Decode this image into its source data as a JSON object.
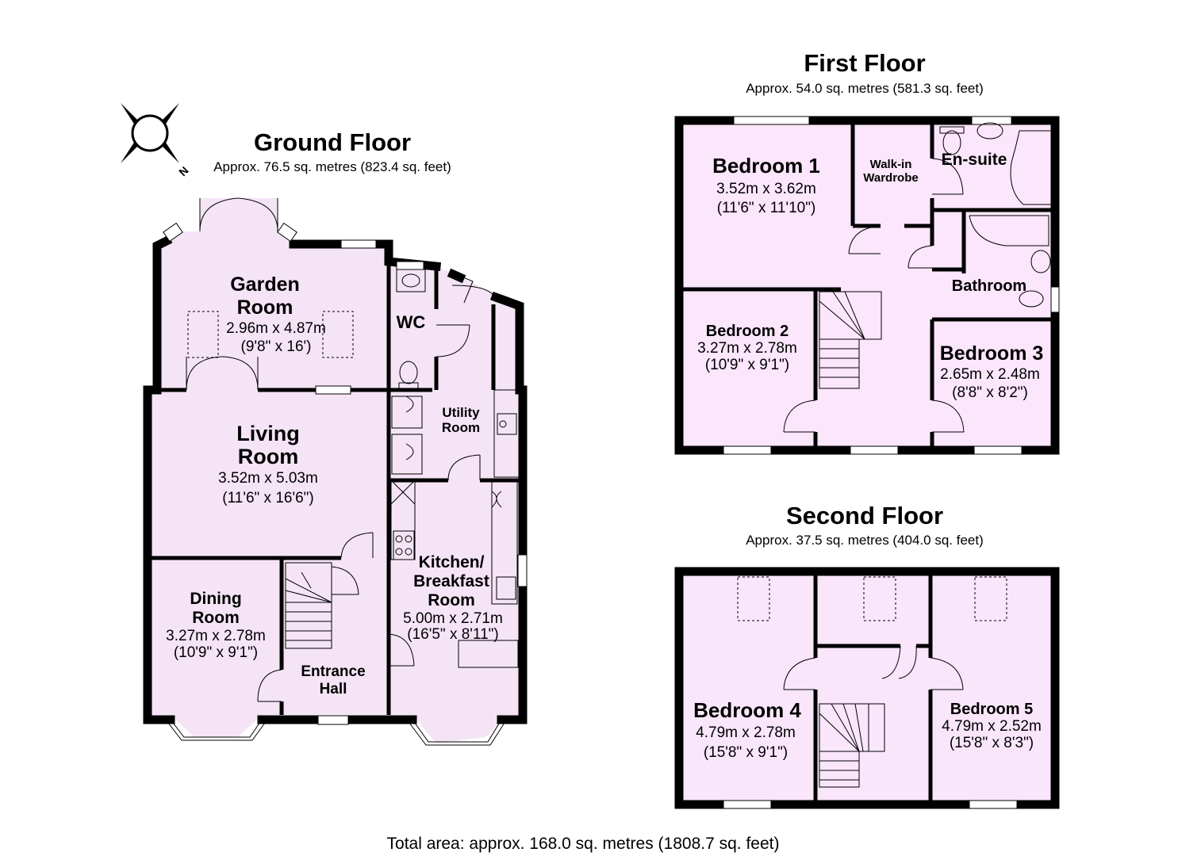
{
  "compass": {
    "label": "N"
  },
  "floors": {
    "ground": {
      "title": "Ground Floor",
      "area": "Approx. 76.5 sq. metres (823.4 sq. feet)",
      "rooms": {
        "garden": {
          "name1": "Garden",
          "name2": "Room",
          "dim_m": "2.96m x 4.87m",
          "dim_ft": "(9'8\" x 16')"
        },
        "wc": {
          "name1": "WC"
        },
        "utility": {
          "name1": "Utility",
          "name2": "Room"
        },
        "living": {
          "name1": "Living",
          "name2": "Room",
          "dim_m": "3.52m x 5.03m",
          "dim_ft": "(11'6\" x 16'6\")"
        },
        "kitchen": {
          "name1": "Kitchen/",
          "name2": "Breakfast",
          "name3": "Room",
          "dim_m": "5.00m x 2.71m",
          "dim_ft": "(16'5\" x 8'11\")"
        },
        "dining": {
          "name1": "Dining",
          "name2": "Room",
          "dim_m": "3.27m x 2.78m",
          "dim_ft": "(10'9\" x 9'1\")"
        },
        "hall": {
          "name1": "Entrance",
          "name2": "Hall"
        }
      }
    },
    "first": {
      "title": "First Floor",
      "area": "Approx. 54.0 sq. metres (581.3 sq. feet)",
      "rooms": {
        "bed1": {
          "name1": "Bedroom 1",
          "dim_m": "3.52m x 3.62m",
          "dim_ft": "(11'6\" x 11'10\")"
        },
        "wardrobe": {
          "name1": "Walk-in",
          "name2": "Wardrobe"
        },
        "ensuite": {
          "name1": "En-suite"
        },
        "bathroom": {
          "name1": "Bathroom"
        },
        "bed2": {
          "name1": "Bedroom 2",
          "dim_m": "3.27m x 2.78m",
          "dim_ft": "(10'9\" x 9'1\")"
        },
        "bed3": {
          "name1": "Bedroom 3",
          "dim_m": "2.65m x 2.48m",
          "dim_ft": "(8'8\" x 8'2\")"
        }
      }
    },
    "second": {
      "title": "Second Floor",
      "area": "Approx. 37.5 sq. metres (404.0 sq. feet)",
      "rooms": {
        "bed4": {
          "name1": "Bedroom 4",
          "dim_m": "4.79m x 2.78m",
          "dim_ft": "(15'8\" x 9'1\")"
        },
        "bed5": {
          "name1": "Bedroom 5",
          "dim_m": "4.79m x 2.52m",
          "dim_ft": "(15'8\" x 8'3\")"
        }
      }
    }
  },
  "total_area": "Total area: approx. 168.0 sq. metres (1808.7 sq. feet)",
  "colors": {
    "room_fill": "#f5e4f6",
    "wall": "#000000",
    "background": "#ffffff"
  }
}
